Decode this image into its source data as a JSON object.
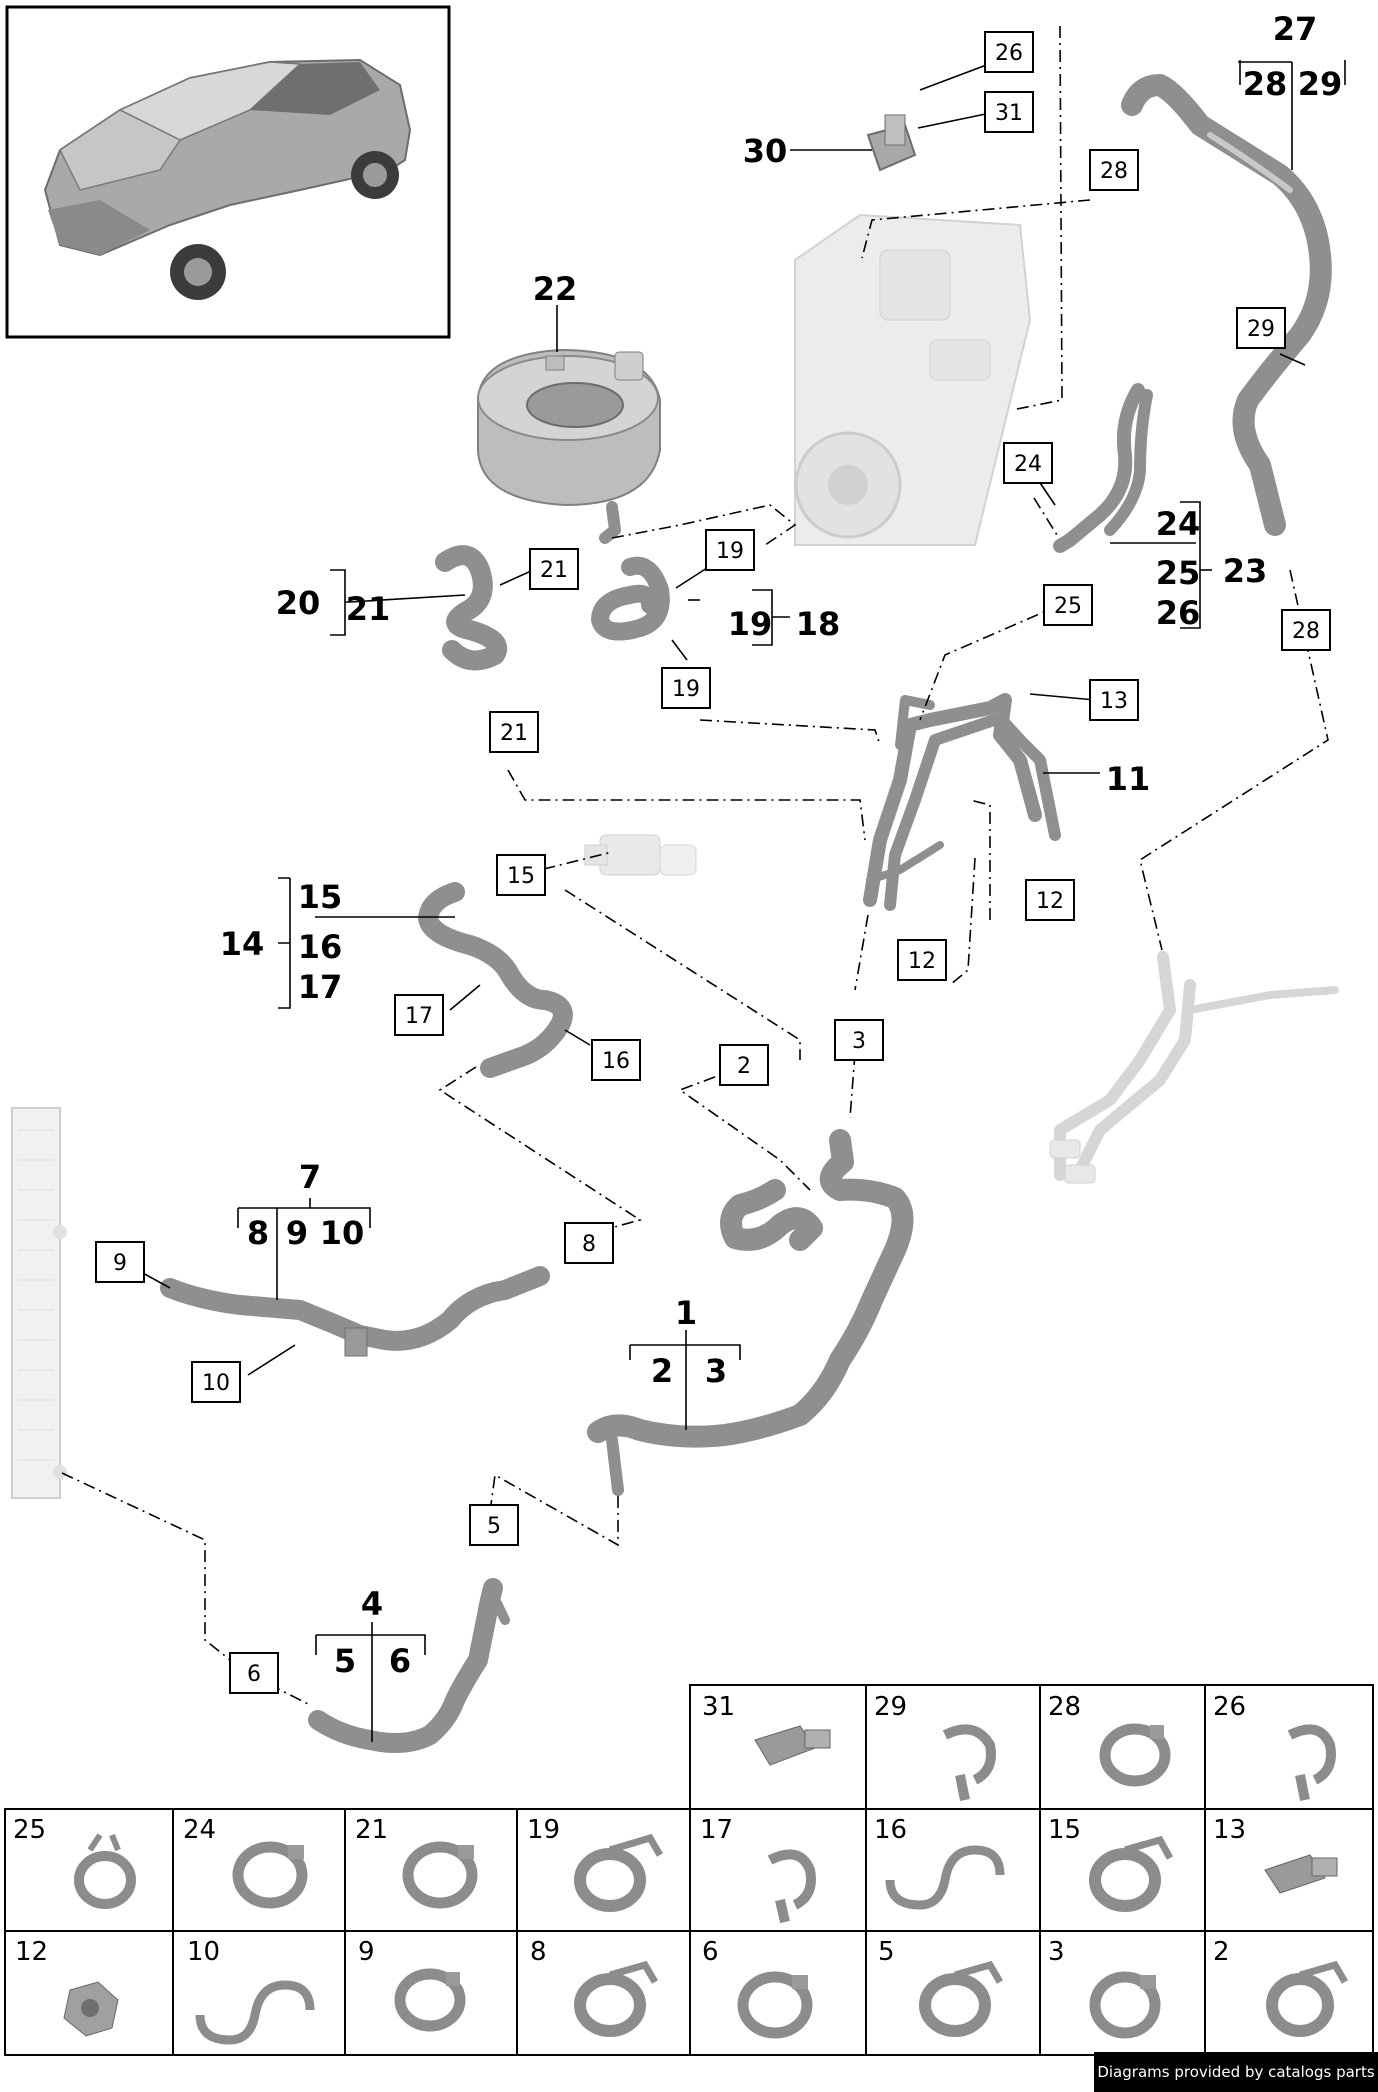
{
  "callouts": {
    "c1": "1",
    "c2": "2",
    "c3": "3",
    "c4": "4",
    "c5": "5",
    "c6": "6",
    "c7": "7",
    "c8": "8",
    "c9": "9",
    "c10": "10",
    "c11": "11",
    "c12": "12",
    "c13": "13",
    "c14": "14",
    "c15": "15",
    "c16": "16",
    "c17": "17",
    "c18": "18",
    "c19": "19",
    "c20": "20",
    "c21": "21",
    "c22": "22",
    "c23": "23",
    "c24": "24",
    "c25": "25",
    "c26": "26",
    "c27": "27",
    "c28": "28",
    "c29": "29",
    "c30": "30",
    "c31": "31"
  },
  "parts_table": {
    "row1": [
      "31",
      "29",
      "28",
      "26"
    ],
    "row2": [
      "25",
      "24",
      "21",
      "19",
      "17",
      "16",
      "15",
      "13"
    ],
    "row3": [
      "12",
      "10",
      "9",
      "8",
      "6",
      "5",
      "3",
      "2"
    ]
  },
  "footer": {
    "credit": "Diagrams provided by catalogs parts"
  }
}
